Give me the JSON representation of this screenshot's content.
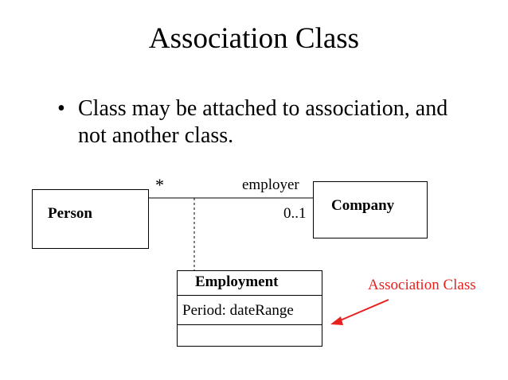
{
  "slide": {
    "title": "Association Class",
    "bullet_symbol": "•",
    "bullet": "Class may be attached to association, and not another class."
  },
  "diagram": {
    "person": {
      "name": "Person"
    },
    "company": {
      "name": "Company"
    },
    "association": {
      "role": "employer",
      "person_multiplicity": "*",
      "company_multiplicity": "0..1"
    },
    "association_class": {
      "name": "Employment",
      "attribute": "Period: dateRange"
    },
    "callout": {
      "text": "Association Class",
      "color": "#e8211f"
    }
  }
}
